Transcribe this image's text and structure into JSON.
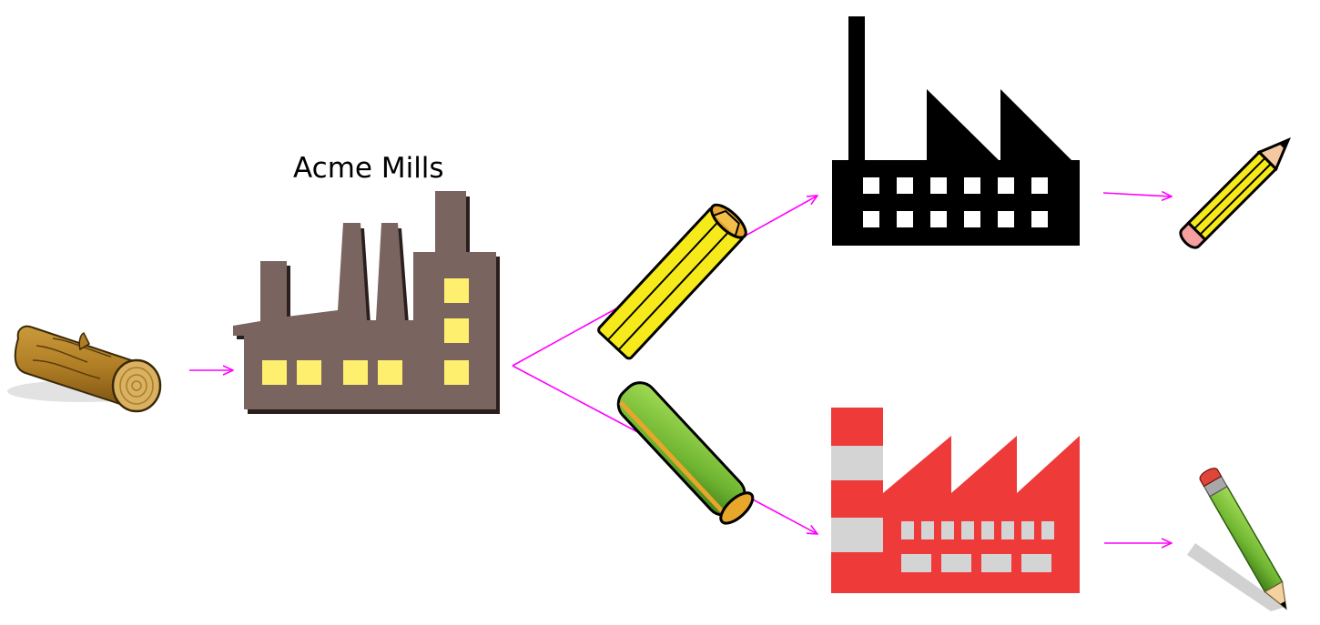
{
  "mill": {
    "name": "Acme Mills"
  },
  "nodes": [
    {
      "id": "log",
      "icon": "log-icon"
    },
    {
      "id": "mill",
      "icon": "brown-factory-icon"
    },
    {
      "id": "yellow-slat",
      "icon": "yellow-pencil-slat-icon"
    },
    {
      "id": "green-slat",
      "icon": "green-pencil-slat-icon"
    },
    {
      "id": "black-factory",
      "icon": "black-factory-icon"
    },
    {
      "id": "red-factory",
      "icon": "red-factory-icon"
    },
    {
      "id": "yellow-pencil",
      "icon": "yellow-pencil-icon"
    },
    {
      "id": "green-pencil",
      "icon": "green-pencil-icon"
    }
  ],
  "edges": [
    {
      "from": "log",
      "to": "mill"
    },
    {
      "from": "mill",
      "to": "yellow-slat"
    },
    {
      "from": "mill",
      "to": "green-slat"
    },
    {
      "from": "yellow-slat",
      "to": "black-factory"
    },
    {
      "from": "green-slat",
      "to": "red-factory"
    },
    {
      "from": "black-factory",
      "to": "yellow-pencil"
    },
    {
      "from": "red-factory",
      "to": "green-pencil"
    }
  ],
  "colors": {
    "arrow": "#ff00ff",
    "mill_body": "#7a6460",
    "mill_windows": "#ffef6e",
    "black_factory": "#000000",
    "red_factory": "#ee3a38",
    "red_factory_windows": "#d4d4d4",
    "yellow_pencil": "#f7ea1a",
    "green_pencil": "#7cc13a",
    "log": "#b8862a"
  }
}
